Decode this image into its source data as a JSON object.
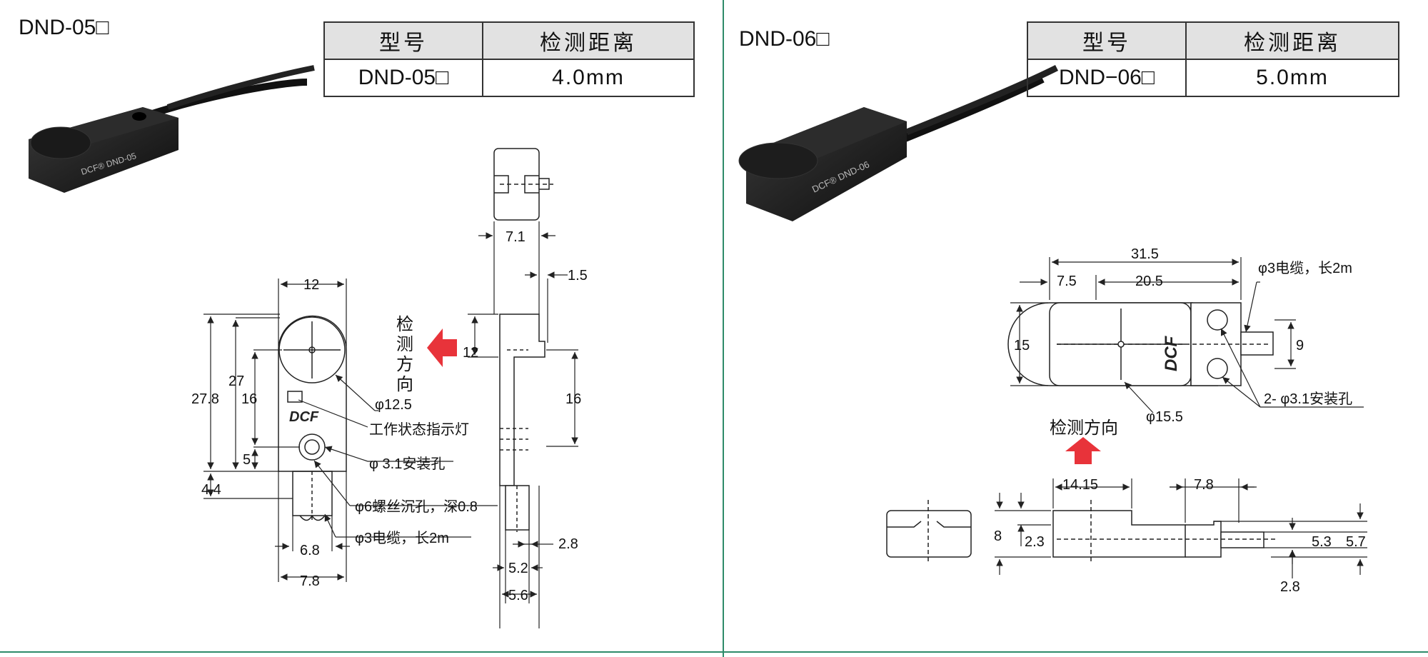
{
  "colors": {
    "accent": "#2e8b6a",
    "arrow": "#e8333a",
    "line": "#222222"
  },
  "left": {
    "model_title": "DND-05□",
    "table": {
      "col1": "型号",
      "col2": "检测距离",
      "model": "DND-05□",
      "distance": "4.0mm"
    },
    "dims": {
      "d_12_top": "12",
      "d_27": "27",
      "d_27_8": "27.8",
      "d_16": "16",
      "d_5": "5",
      "d_4_4": "4.4",
      "d_6_8": "6.8",
      "d_7_8": "7.8",
      "d_7_1": "7.1",
      "d_1_5": "1.5",
      "d_12_side": "12",
      "d_16_side": "16",
      "d_2_8": "2.8",
      "d_5_2": "5.2",
      "d_5_6": "5.6"
    },
    "callouts": {
      "phi12_5": "φ12.5",
      "indicator": "工作状态指示灯",
      "hole": "φ 3.1安装孔",
      "screw": "φ6螺丝沉孔，深0.8",
      "cable": "φ3电缆，长2m"
    },
    "detect_dir": [
      "检",
      "测",
      "方",
      "向"
    ],
    "logo": "DCF"
  },
  "right": {
    "model_title": "DND-06□",
    "table": {
      "col1": "型号",
      "col2": "检测距离",
      "model": "DND−06□",
      "distance": "5.0mm"
    },
    "dims": {
      "d_31_5": "31.5",
      "d_7_5": "7.5",
      "d_20_5": "20.5",
      "d_15": "15",
      "d_9": "9",
      "d_14_15": "14.15",
      "d_7_8": "7.8",
      "d_8": "8",
      "d_2_3": "2.3",
      "d_5_3": "5.3",
      "d_5_7": "5.7",
      "d_2_8": "2.8"
    },
    "callouts": {
      "cable": "φ3电缆，长2m",
      "phi15_5": "φ15.5",
      "holes": "2- φ3.1安装孔"
    },
    "detect_dir": "检测方向",
    "logo": "DCF"
  }
}
